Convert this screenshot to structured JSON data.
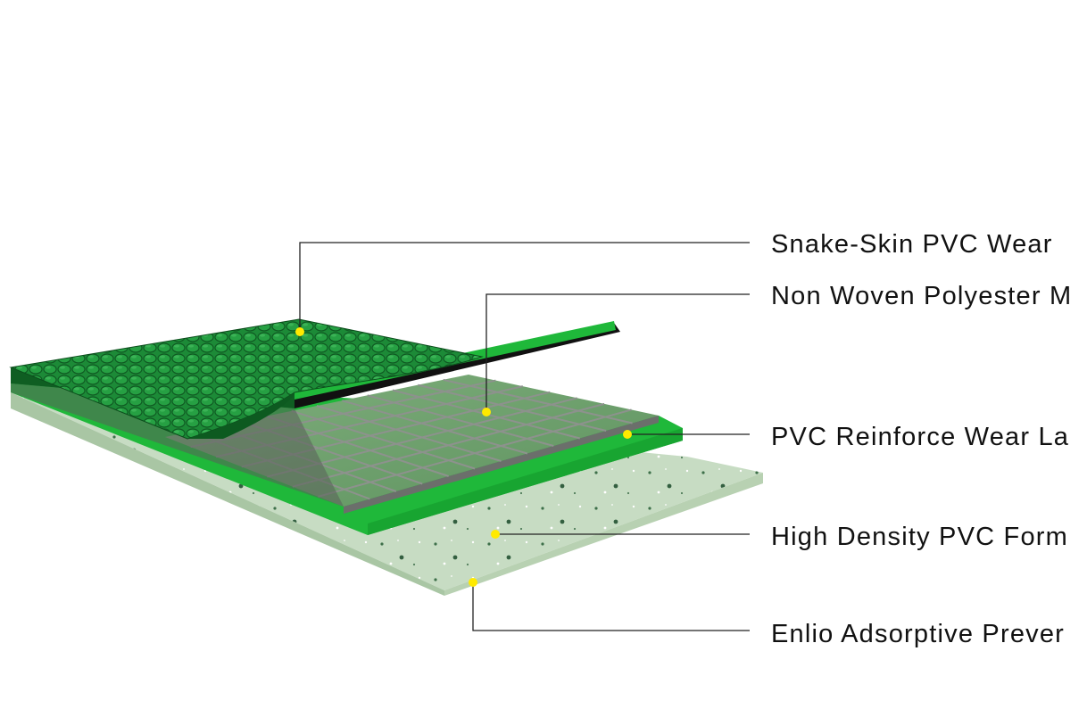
{
  "diagram": {
    "layers": [
      {
        "id": "snake-skin",
        "label": "Snake-Skin PVC Wear"
      },
      {
        "id": "non-woven",
        "label": "Non Woven Polyester M"
      },
      {
        "id": "reinforce",
        "label": "PVC Reinforce Wear La"
      },
      {
        "id": "foam",
        "label": "High Density PVC Form"
      },
      {
        "id": "backing",
        "label": "Enlio Adsorptive Prever"
      }
    ],
    "colors": {
      "top_layer": "#1e8f3a",
      "top_layer_edge": "#0f5e22",
      "bright_green": "#1fb83a",
      "grid_layer": "#6fa06f",
      "grid_lines": "#8a8f8a",
      "foam_top": "#c9ddc6",
      "foam_side": "#a9c6a4",
      "marker_dot": "#ffea00"
    }
  }
}
